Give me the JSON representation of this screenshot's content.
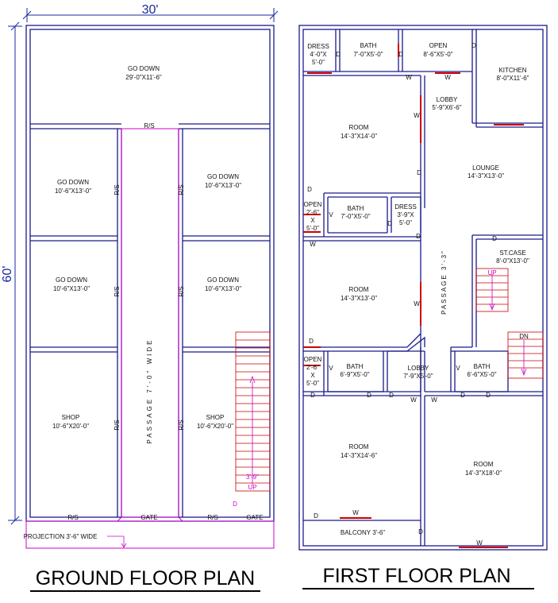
{
  "dimensions": {
    "width": "30'",
    "length": "60'"
  },
  "ground_floor": {
    "title": "GROUND FLOOR  PLAN",
    "rooms": [
      {
        "name": "GO  DOWN",
        "size": "29'-0\"X11'-6\""
      },
      {
        "name": "GO  DOWN",
        "size": "10'-6\"X13'-0\""
      },
      {
        "name": "GO  DOWN",
        "size": "10'-6\"X13'-0\""
      },
      {
        "name": "GO  DOWN",
        "size": "10'-6\"X13'-0\""
      },
      {
        "name": "GO  DOWN",
        "size": "10'-6\"X13'-0\""
      },
      {
        "name": "SHOP",
        "size": "10'-6\"X20'-0\""
      },
      {
        "name": "SHOP",
        "size": "10'-6\"X20'-0\""
      }
    ],
    "passage": "PASSAGE   7'-0\"   WIDE",
    "rs": "R/S",
    "gate": "GATE",
    "stair_width": "3'-9\"",
    "up": "UP",
    "door": "D",
    "projection": "PROJECTION    3'-6\"   WIDE"
  },
  "first_floor": {
    "title": "FIRST FLOOR  PLAN",
    "dress1": [
      "DRESS",
      "4'-0\"X",
      "5'-0\""
    ],
    "bath1": [
      "BATH",
      "7'-0\"X5'-0\""
    ],
    "open1": [
      "OPEN",
      "8'-6\"X5'-0\""
    ],
    "kitchen": [
      "KITCHEN",
      "8'-0\"X11'-6\""
    ],
    "lobby1": [
      "LOBBY",
      "5'-9\"X6'-6\""
    ],
    "room1": [
      "ROOM",
      "14'-3\"X14'-0\""
    ],
    "lounge": [
      "LOUNGE",
      "14'-3\"X13'-0\""
    ],
    "open2": [
      "OPEN",
      "2'-6\"",
      "X",
      "5'-0\""
    ],
    "bath2": [
      "BATH",
      "7'-0\"X5'-0\""
    ],
    "dress2": [
      "DRESS",
      "3'-9\"X",
      "5'-0\""
    ],
    "stcase": [
      "ST.CASE",
      "8'-0\"X13'-0\""
    ],
    "room2": [
      "ROOM",
      "14'-3\"X13'-0\""
    ],
    "passage": "PASSAGE   3'-3\"",
    "up": "UP",
    "dn": "DN",
    "open3": [
      "OPEN",
      "2'-6\"",
      "X",
      "5'-0\""
    ],
    "bath3": [
      "BATH",
      "6'-9\"X5'-0\""
    ],
    "lobby2": [
      "LOBBY",
      "7'-9\"X5'-0\""
    ],
    "bath4": [
      "BATH",
      "6'-6\"X5'-0\""
    ],
    "room3": [
      "ROOM",
      "14'-3\"X14'-6\""
    ],
    "room4": [
      "ROOM",
      "14'-3\"X18'-0\""
    ],
    "balcony": "BALCONY   3'-6\"",
    "door": "D",
    "window": "W",
    "vent": "V"
  }
}
